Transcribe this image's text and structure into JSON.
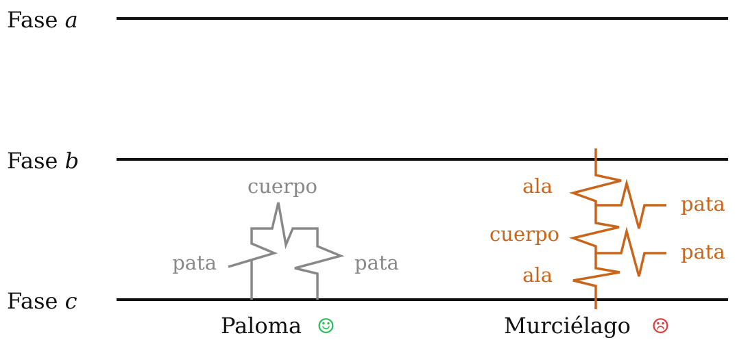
{
  "phases": [
    {
      "prefix": "Fase ",
      "var": "a"
    },
    {
      "prefix": "Fase ",
      "var": "b"
    },
    {
      "prefix": "Fase ",
      "var": "c"
    }
  ],
  "paloma": {
    "name": "Paloma",
    "smiley": "☺",
    "labels": {
      "body": "cuerpo",
      "leg_left": "pata",
      "leg_right": "pata"
    },
    "color": "#888888",
    "smiley_color": "#2dbb5a"
  },
  "murcielago": {
    "name": "Murciélago",
    "smiley": "☹",
    "labels": {
      "wing_top": "ala",
      "body": "cuerpo",
      "wing_bottom": "ala",
      "leg_top": "pata",
      "leg_bottom": "pata"
    },
    "color": "#c8651b",
    "smiley_color": "#e23a3a"
  },
  "colors": {
    "line": "#111111"
  }
}
